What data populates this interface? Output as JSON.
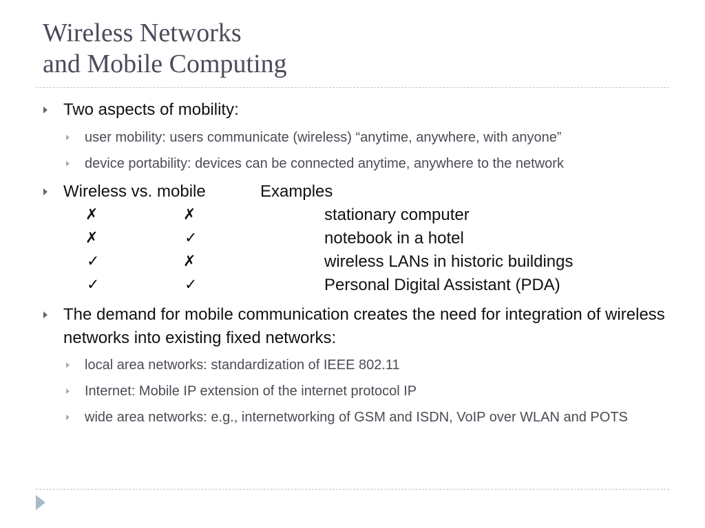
{
  "title": {
    "line1": "Wireless Networks",
    "line2": "and Mobile Computing"
  },
  "bullets": {
    "b1": {
      "text": "Two aspects of mobility:",
      "subs": [
        "user mobility: users communicate (wireless) “anytime, anywhere, with anyone”",
        "device portability: devices can be connected anytime, anywhere to the network"
      ]
    },
    "b2": {
      "col_wireless": "Wireless vs. mobile",
      "col_examples": "Examples",
      "rows": [
        {
          "wireless": "✗",
          "mobile": "✗",
          "example": "stationary computer"
        },
        {
          "wireless": "✗",
          "mobile": "✓",
          "example": "notebook in a hotel"
        },
        {
          "wireless": "✓",
          "mobile": "✗",
          "example": "wireless LANs in historic buildings"
        },
        {
          "wireless": "✓",
          "mobile": "✓",
          "example": "Personal Digital Assistant (PDA)"
        }
      ]
    },
    "b3": {
      "text": "The demand for mobile communication creates the need for integration of wireless networks into existing fixed networks:",
      "subs": [
        "local area networks: standardization of IEEE 802.11",
        "Internet: Mobile IP extension of the internet protocol IP",
        "wide area networks: e.g., internetworking of GSM and ISDN, VoIP over WLAN and POTS"
      ]
    }
  }
}
